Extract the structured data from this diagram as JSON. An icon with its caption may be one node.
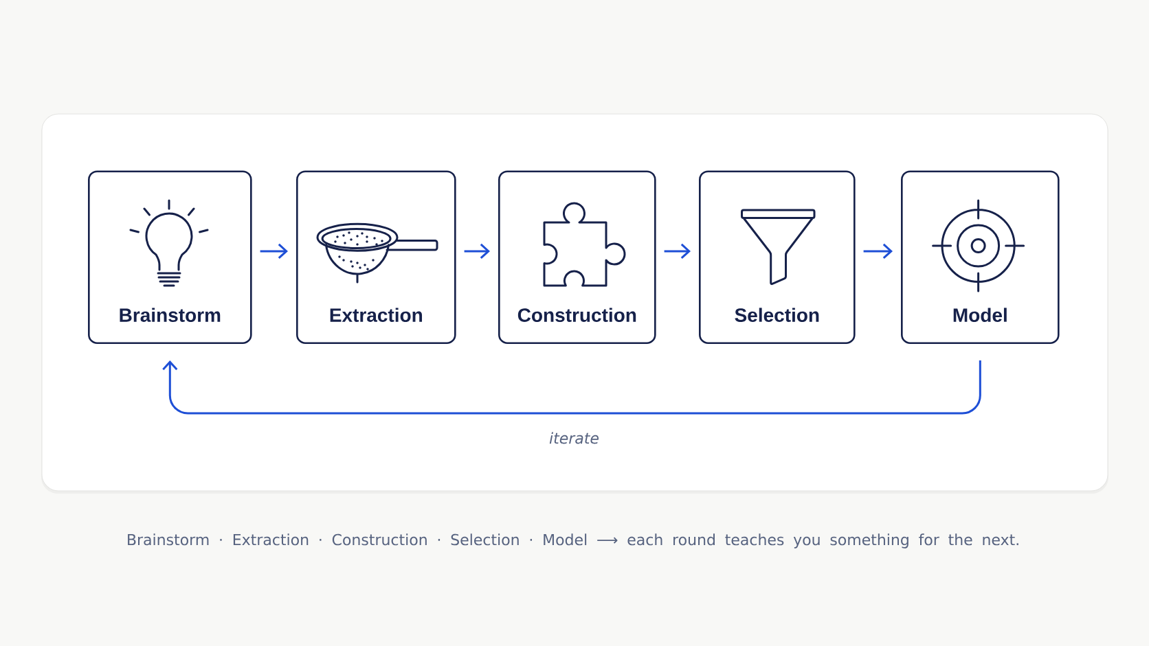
{
  "diagram": {
    "caption": "Brainstorm · Extraction · Construction · Selection · Model ⟶ each round teaches you something for the next.",
    "nodes": [
      {
        "text": [
          "Brainstorm"
        ]
      },
      {
        "text": [
          "Extraction"
        ]
      },
      {
        "text": [
          "Construction"
        ]
      },
      {
        "text": [
          "Selection"
        ]
      },
      {
        "text": [
          "Model"
        ]
      }
    ],
    "edges": [
      {
        "from": 0,
        "to": 1,
        "arrow": "to"
      },
      {
        "from": 1,
        "to": 2,
        "arrow": "to"
      },
      {
        "from": 2,
        "to": 3,
        "arrow": "to"
      },
      {
        "from": 3,
        "to": 4,
        "arrow": "to"
      },
      {
        "from": 4,
        "to": 0,
        "arrow": "to",
        "label": "iterate"
      }
    ]
  }
}
